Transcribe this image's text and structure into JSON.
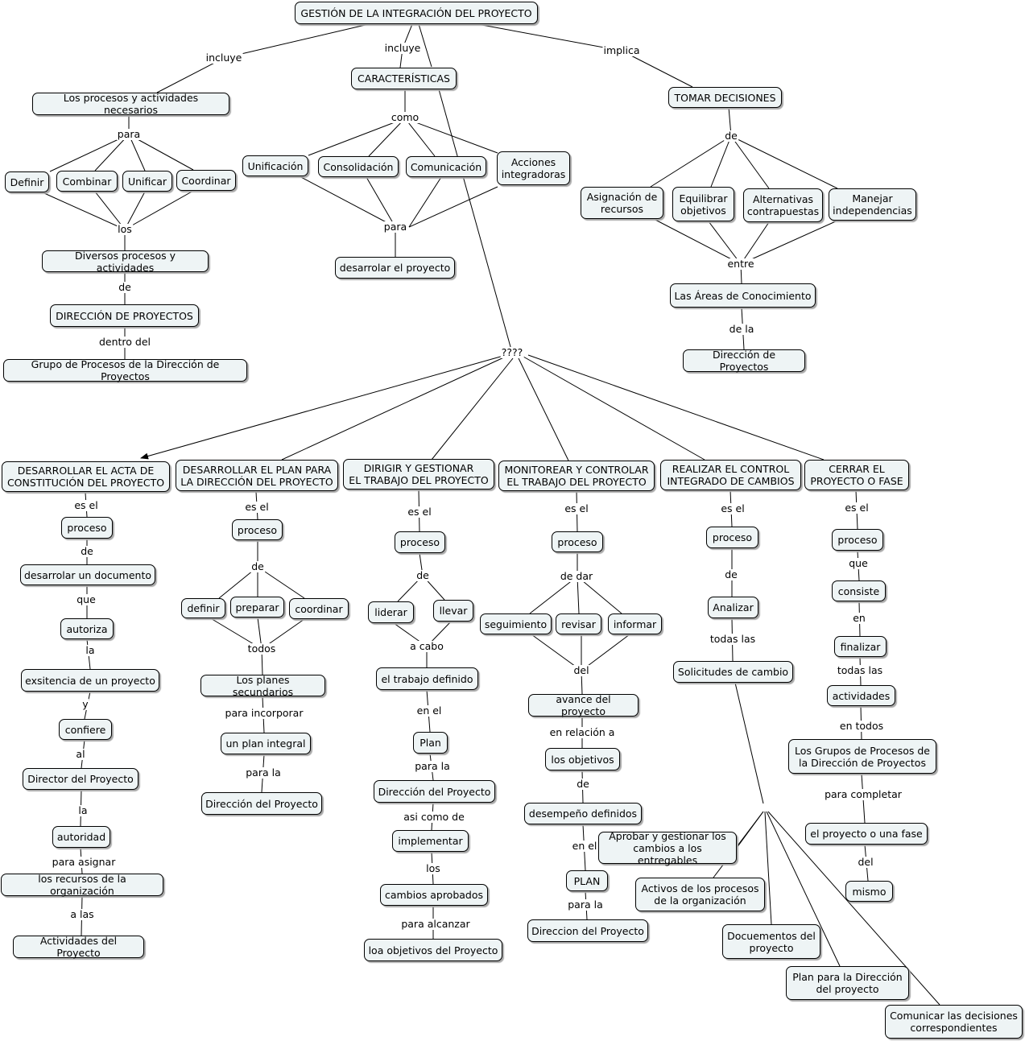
{
  "nodes": [
    {
      "id": "root",
      "text": "GESTIÓN DE LA INTEGRACIÓN DEL PROYECTO"
    },
    {
      "id": "procnec",
      "text": "Los procesos y actividades necesarios"
    },
    {
      "id": "caract",
      "text": "CARACTERÍSTICAS"
    },
    {
      "id": "tomar",
      "text": "TOMAR DECISIONES"
    },
    {
      "id": "definir1",
      "text": "Definir"
    },
    {
      "id": "combinar",
      "text": "Combinar"
    },
    {
      "id": "unificar",
      "text": "Unificar"
    },
    {
      "id": "coordinar1",
      "text": "Coordinar"
    },
    {
      "id": "diversos",
      "text": "Diversos procesos y actividades"
    },
    {
      "id": "dirproy",
      "text": "DIRECCIÓN DE PROYECTOS"
    },
    {
      "id": "grupoproc",
      "text": "Grupo de Procesos de la Dirección de Proyectos"
    },
    {
      "id": "unificacion",
      "text": "Unificación"
    },
    {
      "id": "consolidacion",
      "text": "Consolidación"
    },
    {
      "id": "comunicacion",
      "text": "Comunicación"
    },
    {
      "id": "acciones",
      "text": "Acciones\nintegradoras"
    },
    {
      "id": "desproy",
      "text": "desarrolar el proyecto"
    },
    {
      "id": "asignacion",
      "text": "Asignación de\nrecursos"
    },
    {
      "id": "equilibrar",
      "text": "Equilibrar\nobjetivos"
    },
    {
      "id": "alternativas",
      "text": "Alternativas\ncontrapuestas"
    },
    {
      "id": "manejar",
      "text": "Manejar\nindependencias"
    },
    {
      "id": "areas",
      "text": "Las Áreas de Conocimiento"
    },
    {
      "id": "dirproy2",
      "text": "Dirección de Proyectos"
    },
    {
      "id": "p1",
      "text": "DESARROLLAR EL ACTA DE\nCONSTITUCIÓN DEL PROYECTO"
    },
    {
      "id": "p2",
      "text": "DESARROLLAR EL PLAN PARA\nLA DIRECCIÓN DEL PROYECTO"
    },
    {
      "id": "p3",
      "text": "DIRIGIR Y GESTIONAR\nEL TRABAJO DEL PROYECTO"
    },
    {
      "id": "p4",
      "text": "MONITOREAR Y CONTROLAR\nEL TRABAJO DEL PROYECTO"
    },
    {
      "id": "p5",
      "text": "REALIZAR EL CONTROL\nINTEGRADO DE CAMBIOS"
    },
    {
      "id": "p6",
      "text": "CERRAR EL\nPROYECTO O FASE"
    },
    {
      "id": "c1proc",
      "text": "proceso"
    },
    {
      "id": "c1doc",
      "text": "desarrolar un documento"
    },
    {
      "id": "c1aut",
      "text": "autoriza"
    },
    {
      "id": "c1exs",
      "text": "exsitencia de un proyecto"
    },
    {
      "id": "c1conf",
      "text": "confiere"
    },
    {
      "id": "c1dir",
      "text": "Director del Proyecto"
    },
    {
      "id": "c1autoridad",
      "text": "autoridad"
    },
    {
      "id": "c1rec",
      "text": "los recursos de la organización"
    },
    {
      "id": "c1act",
      "text": "Actividades del Proyecto"
    },
    {
      "id": "c2proc",
      "text": "proceso"
    },
    {
      "id": "c2def",
      "text": "definir"
    },
    {
      "id": "c2prep",
      "text": "preparar"
    },
    {
      "id": "c2coord",
      "text": "coordinar"
    },
    {
      "id": "c2planes",
      "text": "Los planes secundarios"
    },
    {
      "id": "c2integral",
      "text": "un plan integral"
    },
    {
      "id": "c2dir",
      "text": "Dirección del Proyecto"
    },
    {
      "id": "c3proc",
      "text": "proceso"
    },
    {
      "id": "c3lid",
      "text": "liderar"
    },
    {
      "id": "c3llev",
      "text": "llevar"
    },
    {
      "id": "c3trab",
      "text": "el trabajo definido"
    },
    {
      "id": "c3plan",
      "text": "Plan"
    },
    {
      "id": "c3dir",
      "text": "Dirección del Proyecto"
    },
    {
      "id": "c3impl",
      "text": "implementar"
    },
    {
      "id": "c3camb",
      "text": "cambios aprobados"
    },
    {
      "id": "c3obj",
      "text": "loa objetivos del Proyecto"
    },
    {
      "id": "c4proc",
      "text": "proceso"
    },
    {
      "id": "c4seg",
      "text": "seguimiento"
    },
    {
      "id": "c4rev",
      "text": "revisar"
    },
    {
      "id": "c4inf",
      "text": "informar"
    },
    {
      "id": "c4avance",
      "text": "avance del proyecto"
    },
    {
      "id": "c4obj",
      "text": "los objetivos"
    },
    {
      "id": "c4desemp",
      "text": "desempeño definidos"
    },
    {
      "id": "c4plan",
      "text": "PLAN"
    },
    {
      "id": "c4dir",
      "text": "Direccion del Proyecto"
    },
    {
      "id": "c5proc",
      "text": "proceso"
    },
    {
      "id": "c5anal",
      "text": "Analizar"
    },
    {
      "id": "c5sol",
      "text": "Solicitudes de cambio"
    },
    {
      "id": "c5apr",
      "text": "Aprobar y gestionar los\ncambios a los entregables"
    },
    {
      "id": "c5act",
      "text": "Activos de los procesos\nde la organización"
    },
    {
      "id": "c5doc",
      "text": "Docuementos del\nproyecto"
    },
    {
      "id": "c5plan",
      "text": "Plan para la Dirección\ndel proyecto"
    },
    {
      "id": "c5com",
      "text": "Comunicar las decisiones\ncorrespondientes"
    },
    {
      "id": "c6proc",
      "text": "proceso"
    },
    {
      "id": "c6cons",
      "text": "consiste"
    },
    {
      "id": "c6fin",
      "text": "finalizar"
    },
    {
      "id": "c6act",
      "text": "actividades"
    },
    {
      "id": "c6grupos",
      "text": "Los Grupos de Procesos de\nla Dirección de Proyectos"
    },
    {
      "id": "c6proy",
      "text": "el proyecto o una fase"
    },
    {
      "id": "c6mismo",
      "text": "mismo"
    }
  ],
  "labels": [
    {
      "id": "l_incluye1",
      "text": "incluye"
    },
    {
      "id": "l_incluye2",
      "text": "incluye"
    },
    {
      "id": "l_implica",
      "text": "implica"
    },
    {
      "id": "l_para1",
      "text": "para"
    },
    {
      "id": "l_los1",
      "text": "los"
    },
    {
      "id": "l_de1",
      "text": "de"
    },
    {
      "id": "l_dentro",
      "text": "dentro del"
    },
    {
      "id": "l_como",
      "text": "como"
    },
    {
      "id": "l_para2",
      "text": "para"
    },
    {
      "id": "l_de2",
      "text": "de"
    },
    {
      "id": "l_entre",
      "text": "entre"
    },
    {
      "id": "l_dela",
      "text": "de la"
    },
    {
      "id": "l_q",
      "text": "????"
    },
    {
      "id": "l_c1esel",
      "text": "es el"
    },
    {
      "id": "l_c1de",
      "text": "de"
    },
    {
      "id": "l_c1que",
      "text": "que"
    },
    {
      "id": "l_c1la",
      "text": "la"
    },
    {
      "id": "l_c1y",
      "text": "y"
    },
    {
      "id": "l_c1al",
      "text": "al"
    },
    {
      "id": "l_c1la2",
      "text": "la"
    },
    {
      "id": "l_c1para",
      "text": "para asignar"
    },
    {
      "id": "l_c1alas",
      "text": "a las"
    },
    {
      "id": "l_c2esel",
      "text": "es el"
    },
    {
      "id": "l_c2de",
      "text": "de"
    },
    {
      "id": "l_c2todos",
      "text": "todos"
    },
    {
      "id": "l_c2para",
      "text": "para incorporar"
    },
    {
      "id": "l_c2parala",
      "text": "para la"
    },
    {
      "id": "l_c3esel",
      "text": "es el"
    },
    {
      "id": "l_c3de",
      "text": "de"
    },
    {
      "id": "l_c3acabo",
      "text": "a cabo"
    },
    {
      "id": "l_c3enel",
      "text": "en el"
    },
    {
      "id": "l_c3parala",
      "text": "para la"
    },
    {
      "id": "l_c3asi",
      "text": "asi como de"
    },
    {
      "id": "l_c3los",
      "text": "los"
    },
    {
      "id": "l_c3alc",
      "text": "para alcanzar"
    },
    {
      "id": "l_c4esel",
      "text": "es el"
    },
    {
      "id": "l_c4dedar",
      "text": "de dar"
    },
    {
      "id": "l_c4del",
      "text": "del"
    },
    {
      "id": "l_c4enrel",
      "text": "en relación a"
    },
    {
      "id": "l_c4de",
      "text": "de"
    },
    {
      "id": "l_c4enel",
      "text": "en el"
    },
    {
      "id": "l_c4parala",
      "text": "para la"
    },
    {
      "id": "l_c5esel",
      "text": "es el"
    },
    {
      "id": "l_c5de",
      "text": "de"
    },
    {
      "id": "l_c5todas",
      "text": "todas las"
    },
    {
      "id": "l_c6esel",
      "text": "es el"
    },
    {
      "id": "l_c6que",
      "text": "que"
    },
    {
      "id": "l_c6en",
      "text": "en"
    },
    {
      "id": "l_c6todas",
      "text": "todas las"
    },
    {
      "id": "l_c6entodos",
      "text": "en todos"
    },
    {
      "id": "l_c6paracomp",
      "text": "para completar"
    },
    {
      "id": "l_c6del",
      "text": "del"
    }
  ]
}
